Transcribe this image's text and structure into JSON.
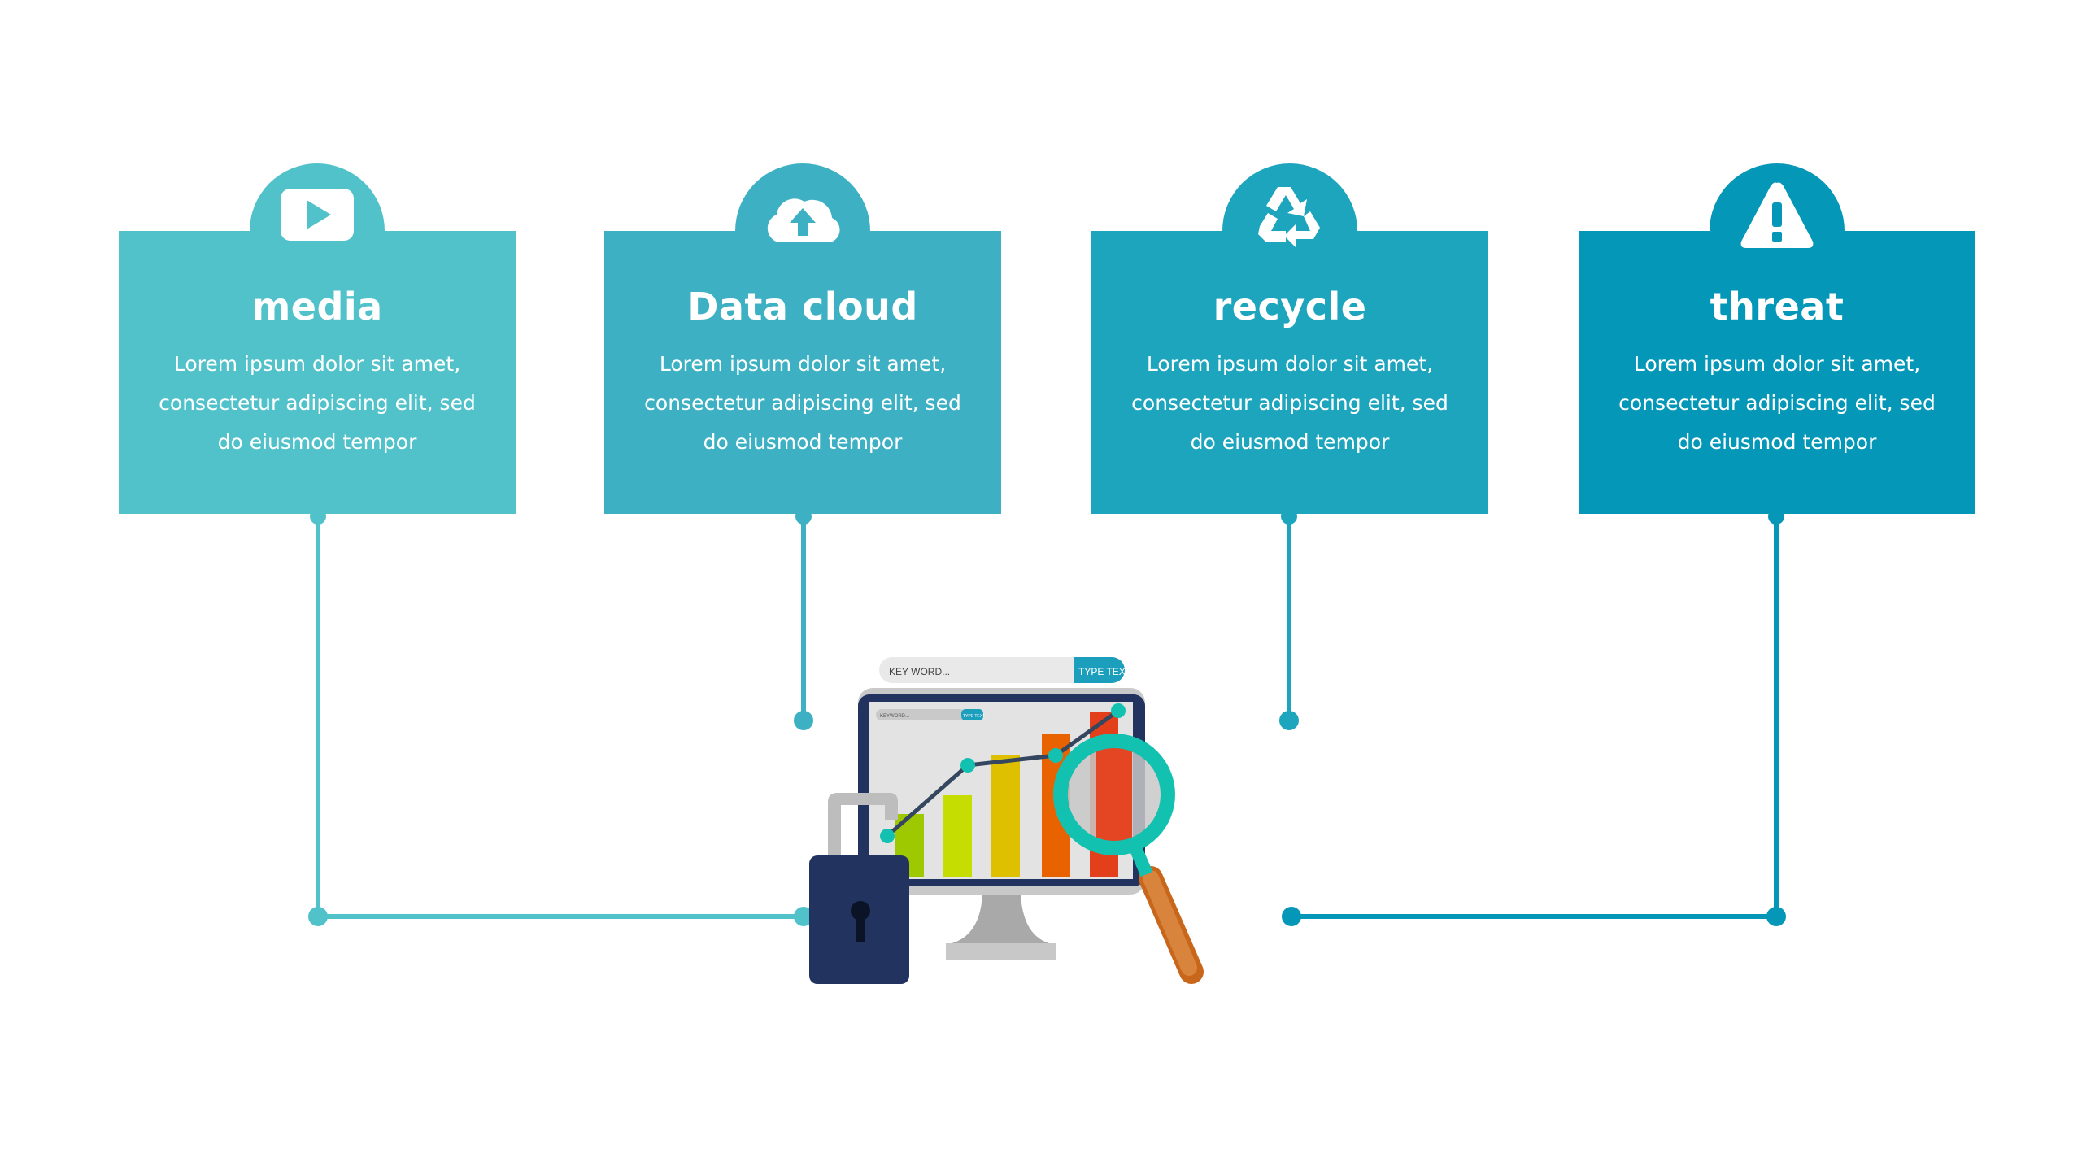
{
  "cards": [
    {
      "title": "media",
      "icon": "play-icon",
      "color": "#52C2CA",
      "body": "Lorem ipsum dolor sit amet, consectetur adipiscing elit, sed do eiusmod tempor"
    },
    {
      "title": "Data cloud",
      "icon": "cloud-upload-icon",
      "color": "#3DB1C3",
      "body": "Lorem ipsum dolor sit amet, consectetur adipiscing elit, sed do eiusmod tempor"
    },
    {
      "title": "recycle",
      "icon": "recycle-icon",
      "color": "#1EA5BE",
      "body": "Lorem ipsum dolor sit amet, consectetur adipiscing elit, sed do eiusmod tempor"
    },
    {
      "title": "threat",
      "icon": "warning-icon",
      "color": "#0597B7",
      "body": "Lorem ipsum dolor sit amet, consectetur adipiscing elit, sed do eiusmod tempor"
    }
  ],
  "illustration": {
    "search_placeholder": "KEY WORD...",
    "search_button": "TYPE TEXT",
    "screen_search_placeholder": "KEYWORD...",
    "screen_search_button": "TYPE TEXT"
  }
}
